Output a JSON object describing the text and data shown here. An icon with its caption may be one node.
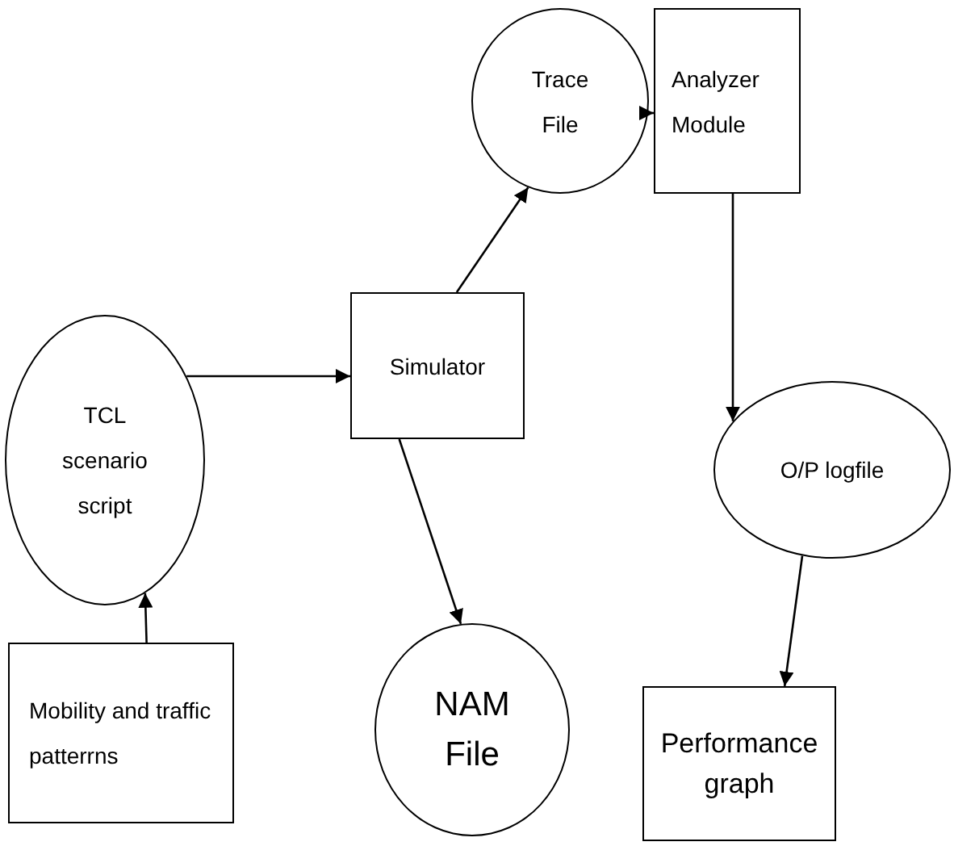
{
  "diagram": {
    "nodes": [
      {
        "text": [
          "Trace File"
        ]
      },
      {
        "text": [
          "Analyzer Module"
        ]
      },
      {
        "text": [
          "TCL scenario script"
        ]
      },
      {
        "text": [
          "Simulator"
        ]
      },
      {
        "text": [
          "O/P logfile"
        ]
      },
      {
        "text": [
          "Mobility and traffic patterrns"
        ]
      },
      {
        "text": [
          "NAM File"
        ]
      },
      {
        "text": [
          "Performance graph"
        ]
      }
    ],
    "edges": [
      {
        "from": 2,
        "to": 3,
        "arrow": "to"
      },
      {
        "from": 5,
        "to": 2,
        "arrow": "to"
      },
      {
        "from": 3,
        "to": 0,
        "arrow": "to"
      },
      {
        "from": 3,
        "to": 6,
        "arrow": "to"
      },
      {
        "from": 0,
        "to": 1,
        "arrow": "to"
      },
      {
        "from": 1,
        "to": 4,
        "arrow": "to"
      },
      {
        "from": 4,
        "to": 7,
        "arrow": "to"
      }
    ]
  }
}
